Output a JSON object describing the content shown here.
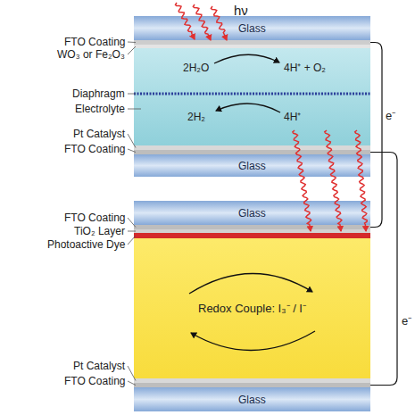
{
  "diagram": {
    "nodes": [
      {
        "text": [
          "Glass"
        ]
      },
      {
        "text": [
          "2H₂O",
          "4H⁺ + O₂",
          "2H₂",
          "4H⁺"
        ]
      },
      {
        "text": [
          "Glass"
        ]
      },
      {
        "text": [
          "Glass"
        ]
      },
      {
        "text": [
          "Redox Couple: I₃⁻ / I⁻"
        ]
      },
      {
        "text": [
          "Glass"
        ]
      }
    ],
    "labels": [
      "hν",
      "FTO Coating",
      "WO₃ or Fe₂O₃",
      "Diaphragm",
      "Electrolyte",
      "Pt Catalyst",
      "FTO Coating",
      "FTO Coating",
      "TiO₂ Layer",
      "Photoactive Dye",
      "Pt Catalyst",
      "FTO Coating",
      "e⁻",
      "e⁻"
    ]
  }
}
